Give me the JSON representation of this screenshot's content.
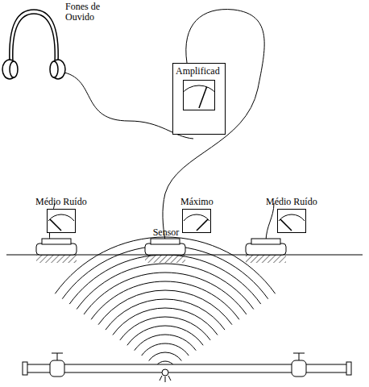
{
  "diagram": {
    "nodes": [
      {
        "text": [
          "Amplificad"
        ]
      },
      {
        "text": [
          "Médio Ruído"
        ]
      },
      {
        "text": [
          "Máximo"
        ]
      },
      {
        "text": [
          "Médio Ruído"
        ]
      }
    ],
    "labels": [
      "Fones de Ouvido",
      "Sensor"
    ]
  }
}
